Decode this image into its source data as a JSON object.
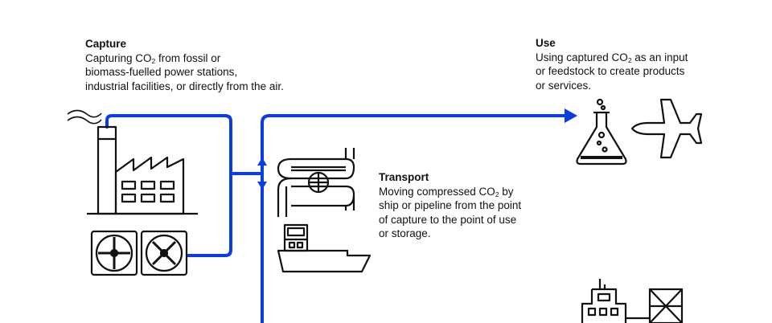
{
  "colors": {
    "flow": "#0a3de6",
    "ink": "#111111",
    "background": "#ffffff"
  },
  "capture": {
    "title": "Capture",
    "line1_pre": "Capturing CO",
    "line1_sub": "2",
    "line1_post": " from fossil or",
    "line2": "biomass-fuelled power stations,",
    "line3": "industrial facilities, or directly from the air."
  },
  "use": {
    "title": "Use",
    "line1_pre": "Using captured CO",
    "line1_sub": "2",
    "line1_post": " as an input",
    "line2": "or feedstock to create products",
    "line3": "or services."
  },
  "transport": {
    "title": "Transport",
    "line1_pre": "Moving compressed CO",
    "line1_sub": "2",
    "line1_post": " by",
    "line2": "ship or pipeline from the point",
    "line3": "of capture to the point of use",
    "line4": "or storage."
  },
  "icons": {
    "factory": "factory-icon",
    "fan": "direct-air-capture-fan-icon",
    "pipeline": "pipeline-icon",
    "ship": "ship-icon",
    "flask": "chemistry-flask-icon",
    "airplane": "airplane-icon",
    "storage": "storage-facility-icon"
  }
}
